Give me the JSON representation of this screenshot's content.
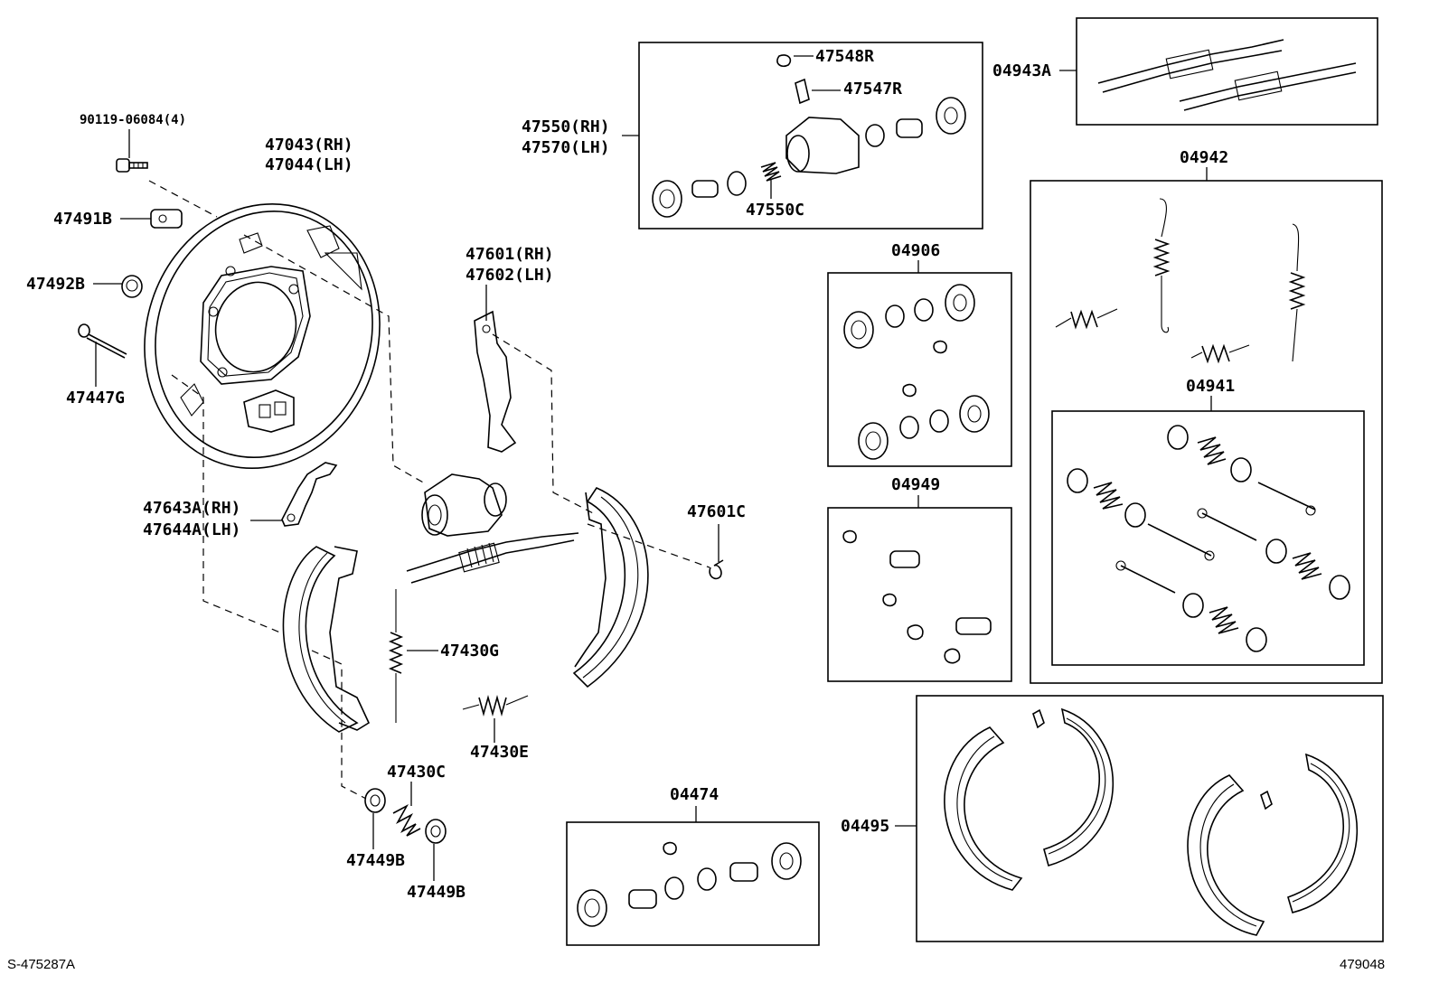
{
  "labels": {
    "bolt": "90119-06084(4)",
    "backing_plate_rh": "47043(RH)",
    "backing_plate_lh": "47044(LH)",
    "plug_47491b": "47491B",
    "plug_47492b": "47492B",
    "pin_47447g": "47447G",
    "lever_47643a_rh": "47643A(RH)",
    "lever_47644a_lh": "47644A(LH)",
    "lever_47601_rh": "47601(RH)",
    "lever_47602_lh": "47602(LH)",
    "clip_47601c": "47601C",
    "spring_47430g": "47430G",
    "spring_47430e": "47430E",
    "spring_47430c": "47430C",
    "cup_47449b_1": "47449B",
    "cup_47449b_2": "47449B",
    "cyl_47550_rh": "47550(RH)",
    "cyl_47570_lh": "47570(LH)",
    "cap_47548r": "47548R",
    "screw_47547r": "47547R",
    "spring_47550c": "47550C",
    "kit_04943a": "04943A",
    "kit_04942": "04942",
    "kit_04941": "04941",
    "kit_04906": "04906",
    "kit_04949": "04949",
    "kit_04474": "04474",
    "kit_04495": "04495"
  },
  "footer": {
    "left_ref": "S-475287A",
    "right_ref": "479048"
  }
}
